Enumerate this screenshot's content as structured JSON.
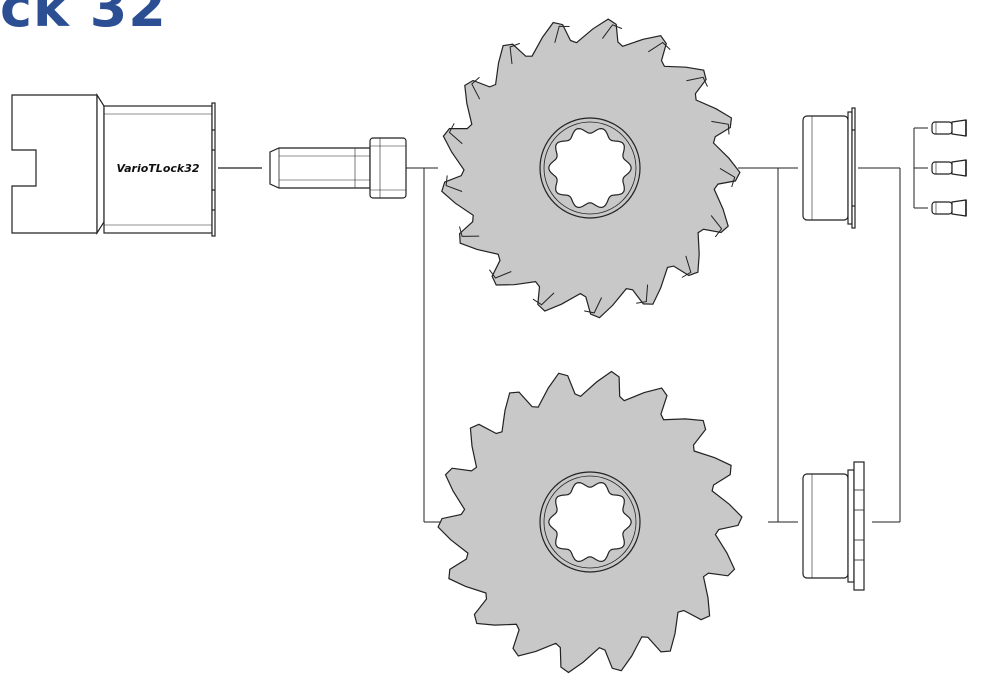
{
  "title": "ck 32",
  "holder_label": "VarioTLock32",
  "colors": {
    "title": "#2c4f94",
    "outline": "#222222",
    "metal": "#ffffff",
    "blade": "#c8c8c8"
  },
  "blades": [
    {
      "name": "upper",
      "teeth": 17,
      "style": "hooked"
    },
    {
      "name": "lower",
      "teeth": 18,
      "style": "plain"
    }
  ],
  "screws_count": 3
}
